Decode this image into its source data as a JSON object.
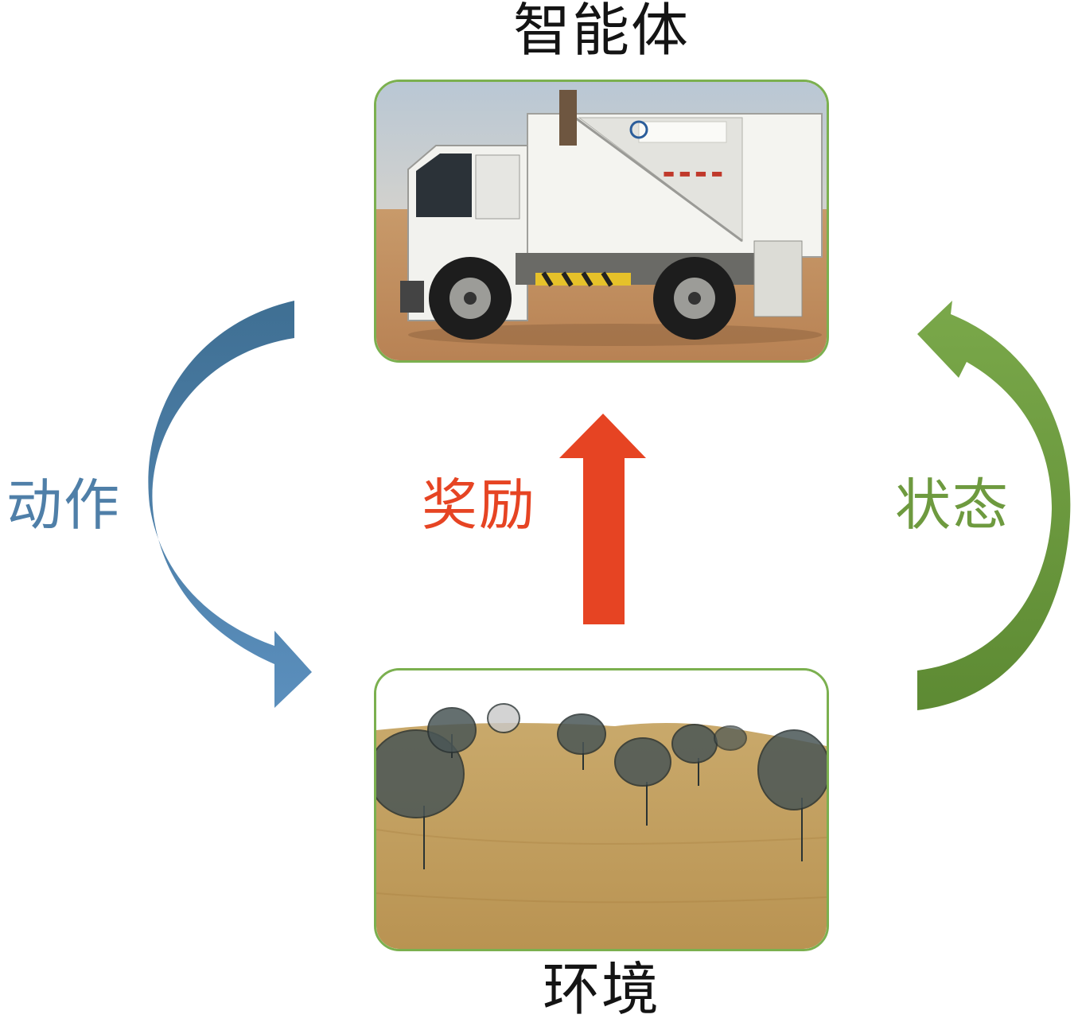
{
  "agent": {
    "title": "智能体"
  },
  "environment": {
    "title": "环境"
  },
  "edges": {
    "action": {
      "label": "动作",
      "color": "#4f7fa8"
    },
    "reward": {
      "label": "奖励",
      "color": "#e64423"
    },
    "state": {
      "label": "状态",
      "color": "#6e9a3f"
    }
  },
  "panel_border_color": "#7bb04f"
}
